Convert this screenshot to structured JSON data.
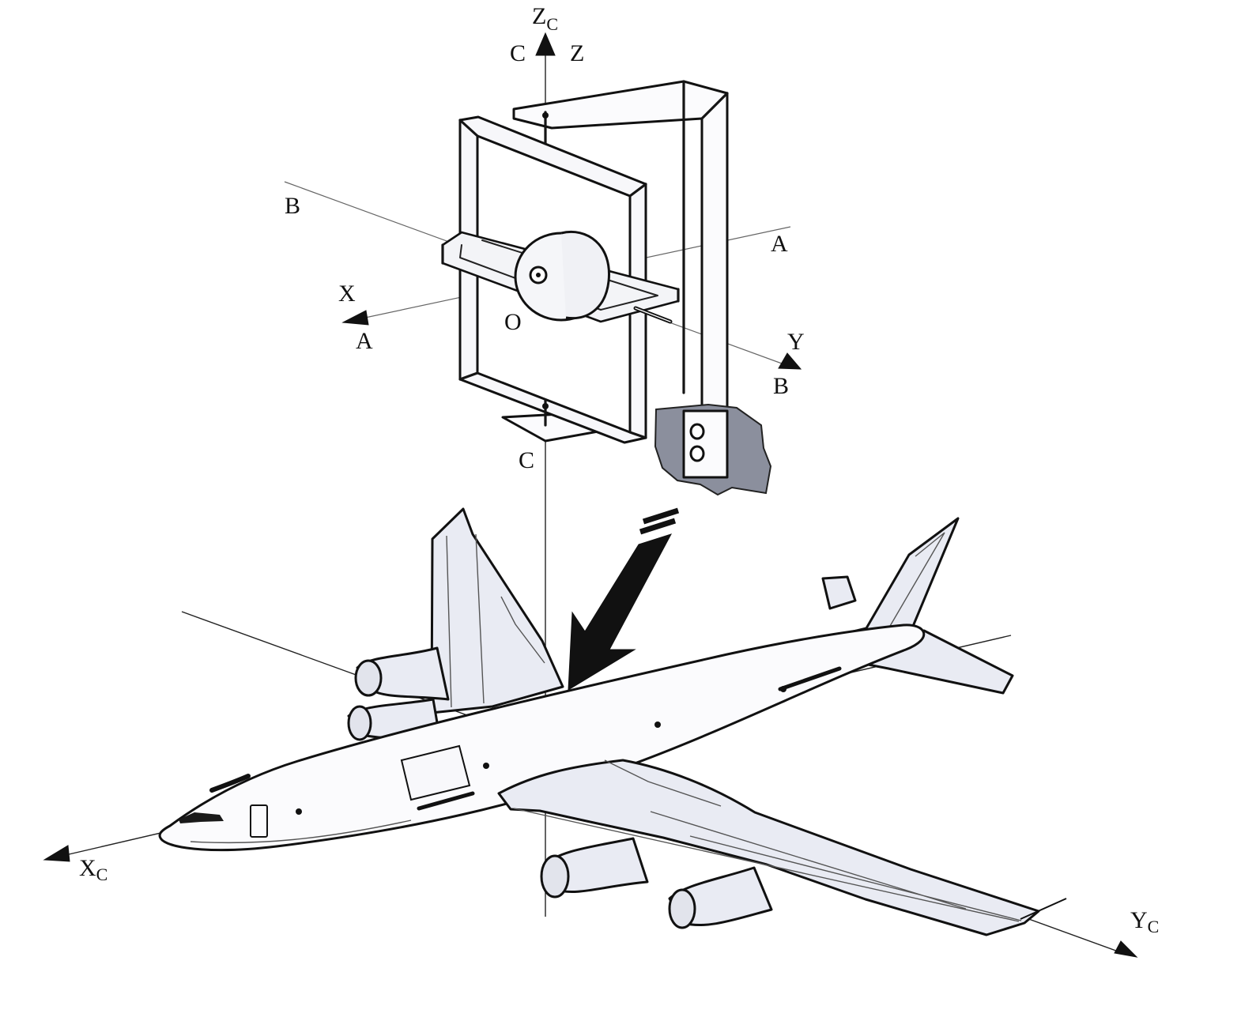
{
  "diagram": {
    "labels": {
      "zc": "Z",
      "zc_sub": "C",
      "c_top": "C",
      "z": "Z",
      "b_left": "B",
      "a_right": "A",
      "x": "X",
      "a_left": "A",
      "o": "O",
      "y": "Y",
      "b_right": "B",
      "c_bottom": "C",
      "xc": "X",
      "xc_sub": "C",
      "yc": "Y",
      "yc_sub": "C"
    },
    "colors": {
      "line": "#111111",
      "light_fill": "#f7f7fa",
      "wing_fill": "#e9ebf3",
      "mount_fill": "#8b8f9d"
    },
    "icons": {
      "gyroscope": "gyroscope-gimbal-icon",
      "airplane": "airplane-icon",
      "arrow": "installation-arrow-icon"
    }
  }
}
